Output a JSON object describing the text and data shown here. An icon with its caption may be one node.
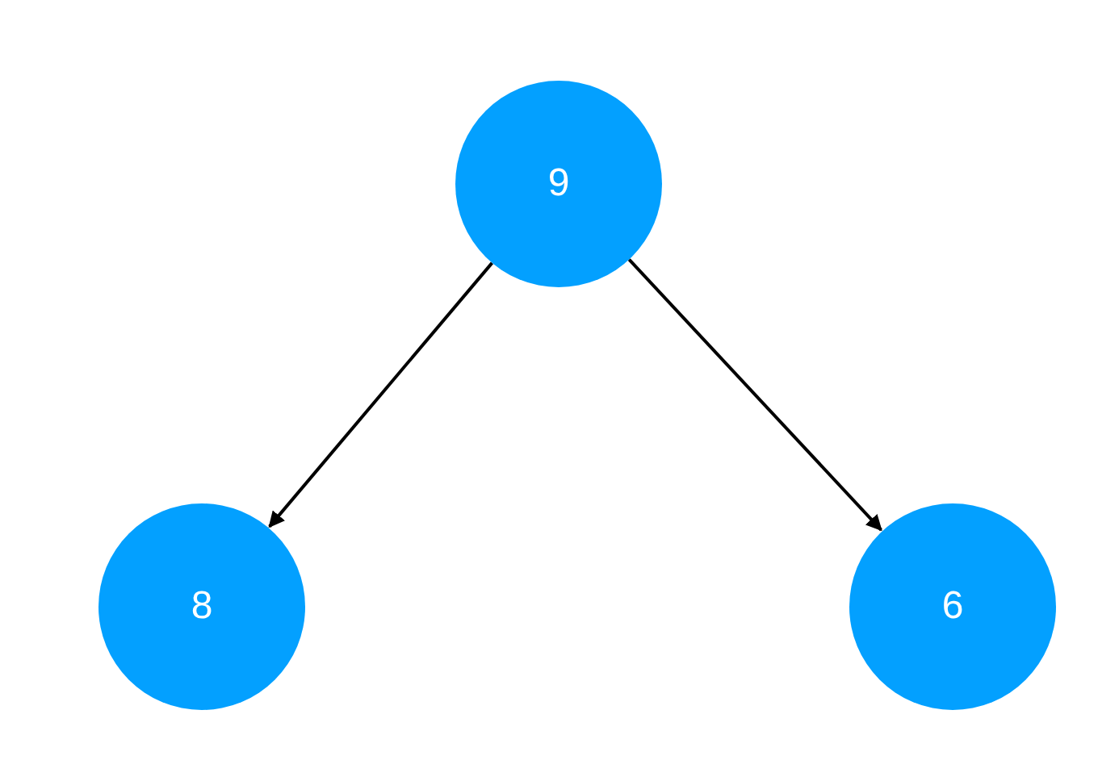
{
  "diagram": {
    "nodes": [
      {
        "text": [
          "9"
        ]
      },
      {
        "text": [
          "8"
        ]
      },
      {
        "text": [
          "6"
        ]
      }
    ],
    "edges": [
      {
        "from": 0,
        "to": 1,
        "arrow": "to"
      },
      {
        "from": 0,
        "to": 2,
        "arrow": "to"
      }
    ]
  }
}
